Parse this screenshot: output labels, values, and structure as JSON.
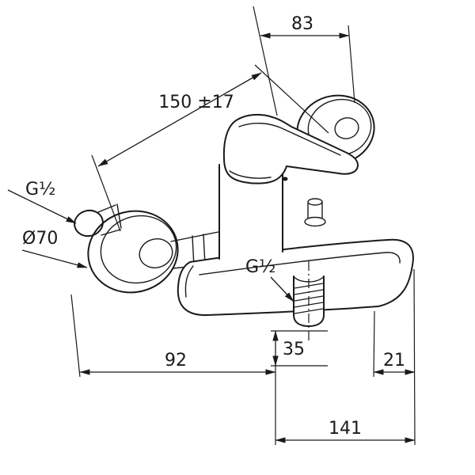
{
  "labels": {
    "dim_83": "83",
    "dim_150": "150 ±17",
    "thread_left": "G½",
    "diameter": "Ø70",
    "thread_outlet": "G½",
    "dim_35": "35",
    "dim_92": "92",
    "dim_21": "21",
    "dim_141": "141"
  },
  "colors": {
    "line": "#1a1a1a",
    "background": "#ffffff"
  }
}
